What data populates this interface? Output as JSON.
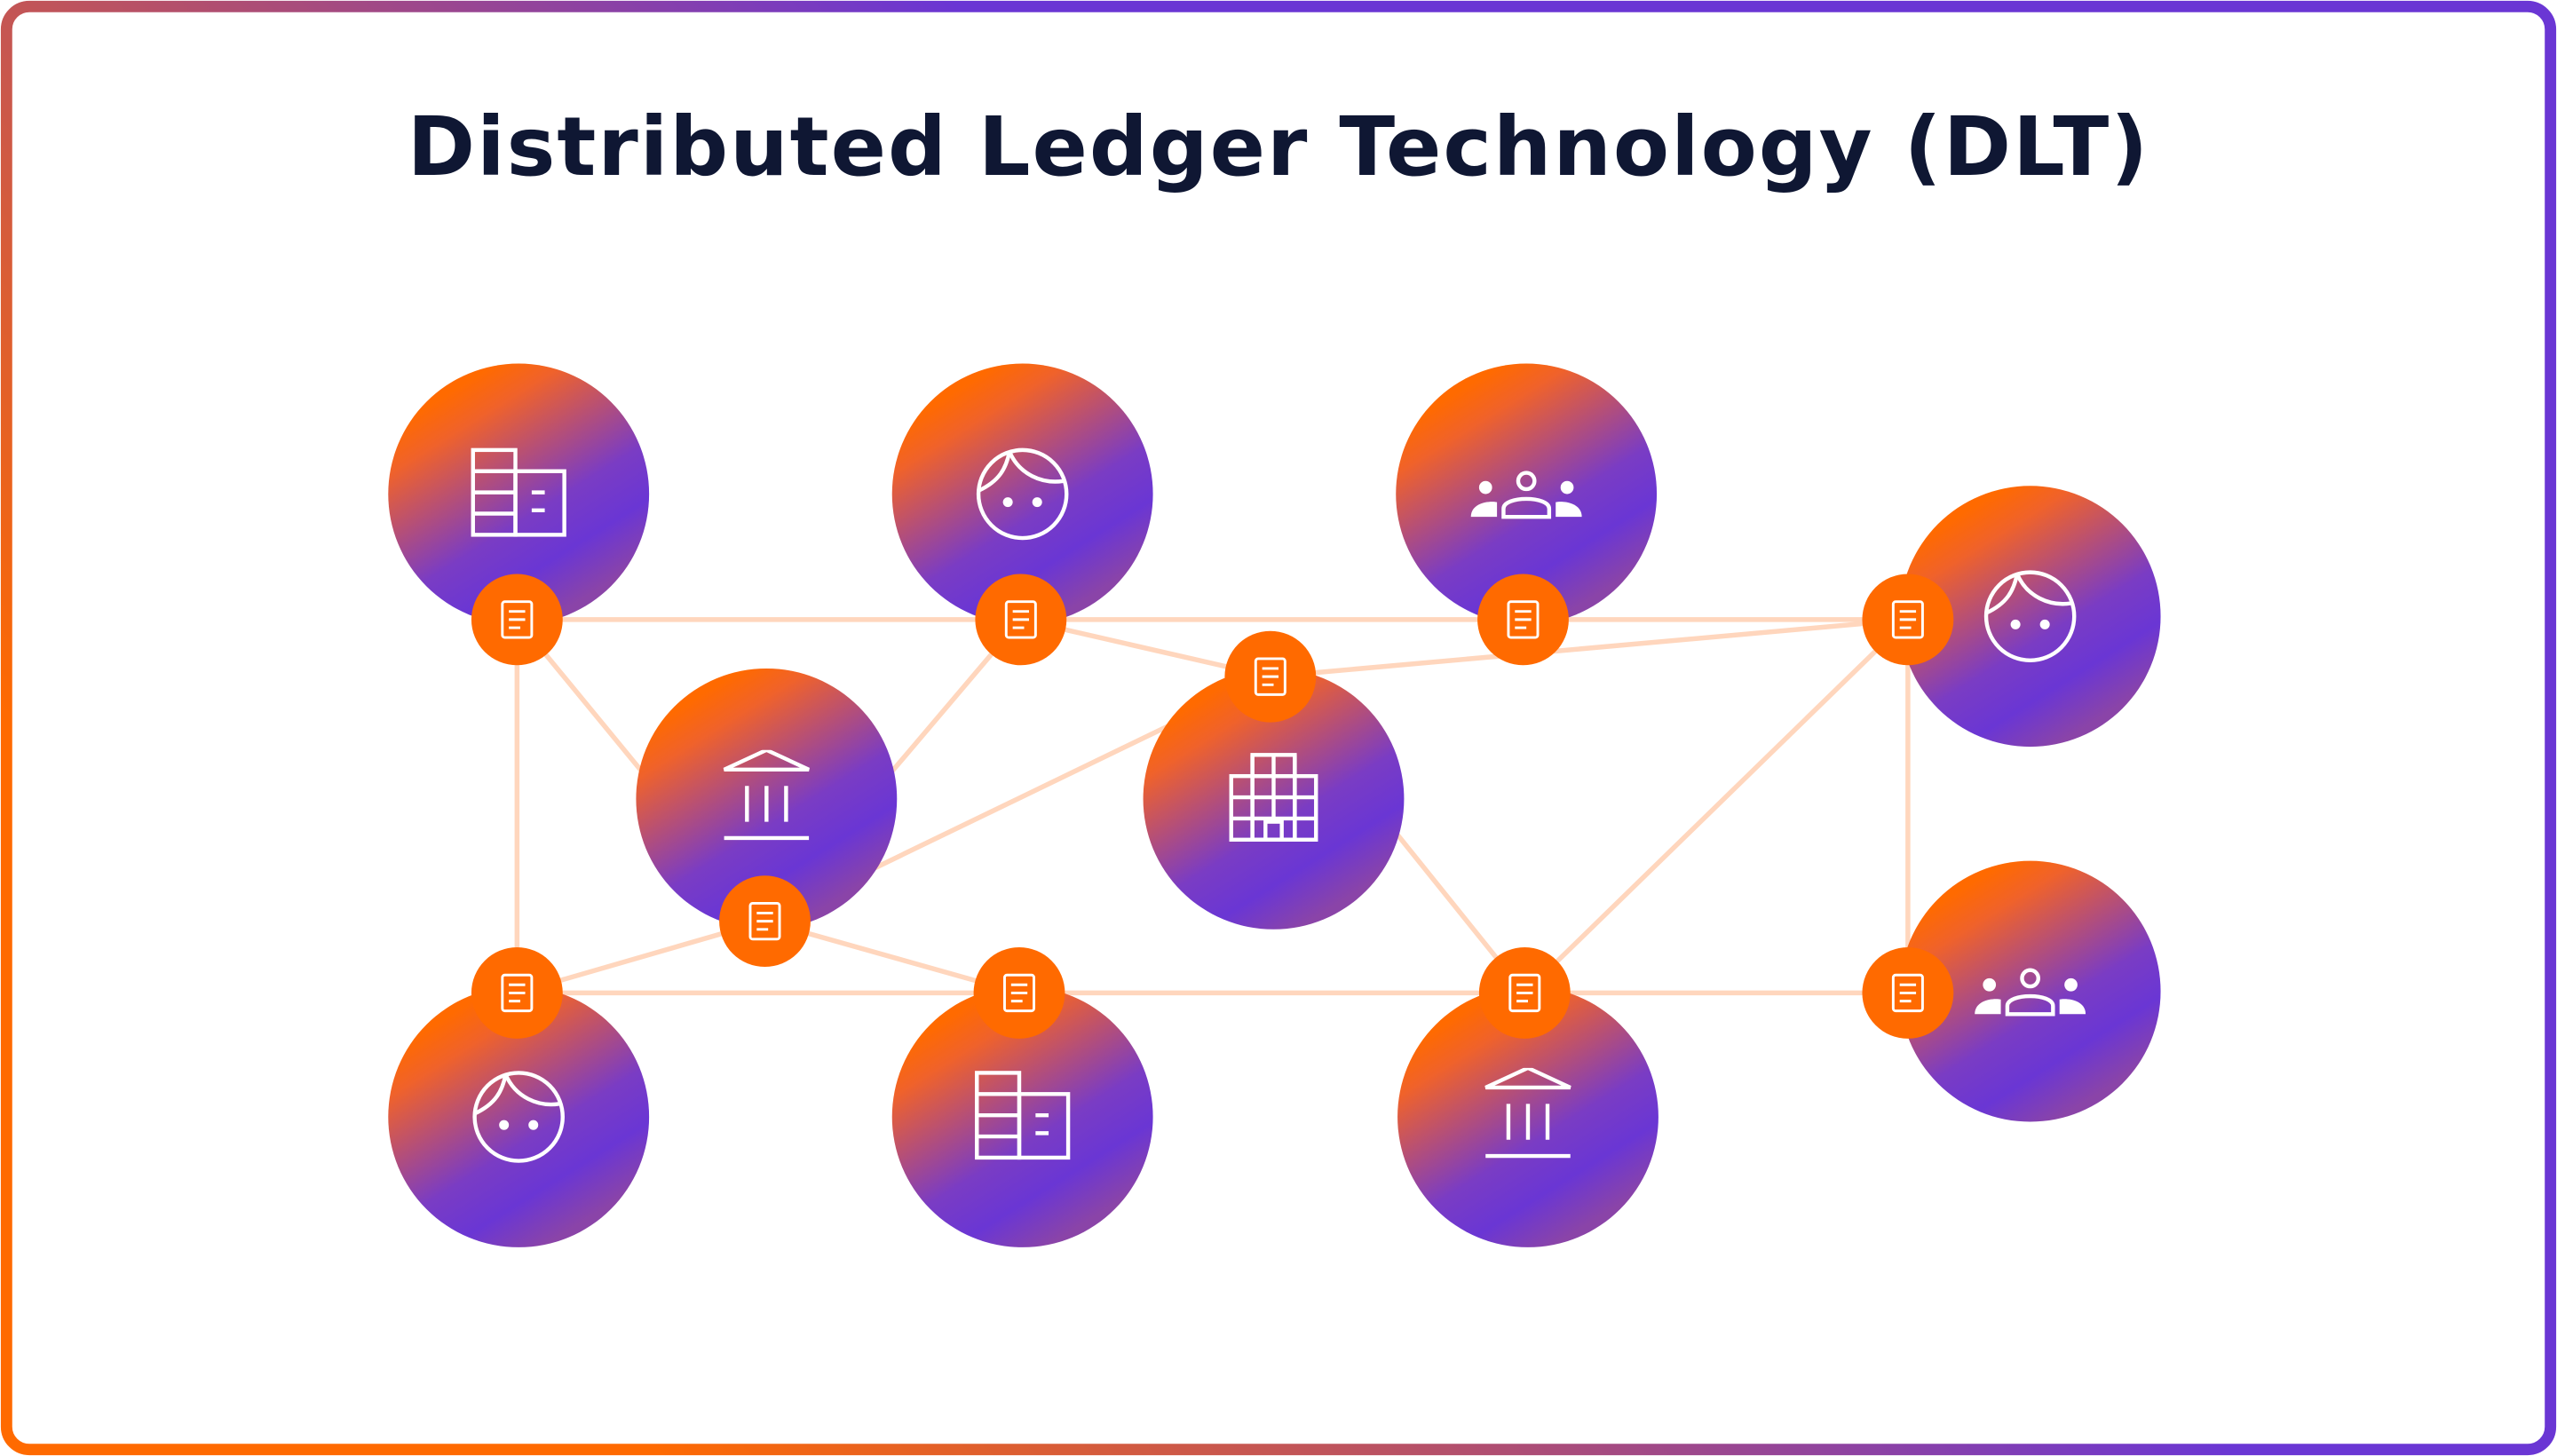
{
  "title": "Distributed Ledger Technology (DLT)",
  "colors": {
    "orange": "#ff6a00",
    "purple": "#6a36d4",
    "link": "#ffd6bd",
    "title": "#0f1733"
  },
  "participants": [
    {
      "id": "A",
      "icon": "office-building-icon"
    },
    {
      "id": "B",
      "icon": "person-face-icon"
    },
    {
      "id": "C",
      "icon": "group-of-people-icon"
    },
    {
      "id": "D",
      "icon": "person-face-icon"
    },
    {
      "id": "E",
      "icon": "bank-icon"
    },
    {
      "id": "F",
      "icon": "tall-building-icon"
    },
    {
      "id": "G",
      "icon": "person-face-icon"
    },
    {
      "id": "H",
      "icon": "office-building-icon"
    },
    {
      "id": "I",
      "icon": "bank-icon"
    },
    {
      "id": "J",
      "icon": "group-of-people-icon"
    }
  ],
  "ledger_node_icon": "ledger-document-icon"
}
